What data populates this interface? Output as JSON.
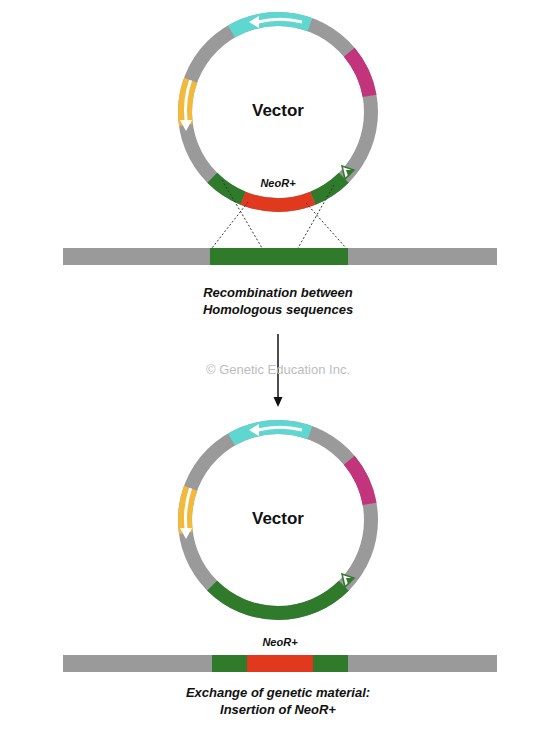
{
  "diagram": {
    "nodes": [
      {
        "text": [
          "Vector",
          "NeoR+"
        ]
      },
      {
        "text": [
          "Vector"
        ]
      },
      {
        "text": [
          "NeoR+"
        ]
      }
    ],
    "labels": [
      "Recombination between Homologous sequences",
      "© Genetic Education Inc.",
      "Exchange of genetic material: Insertion of NeoR+"
    ]
  }
}
